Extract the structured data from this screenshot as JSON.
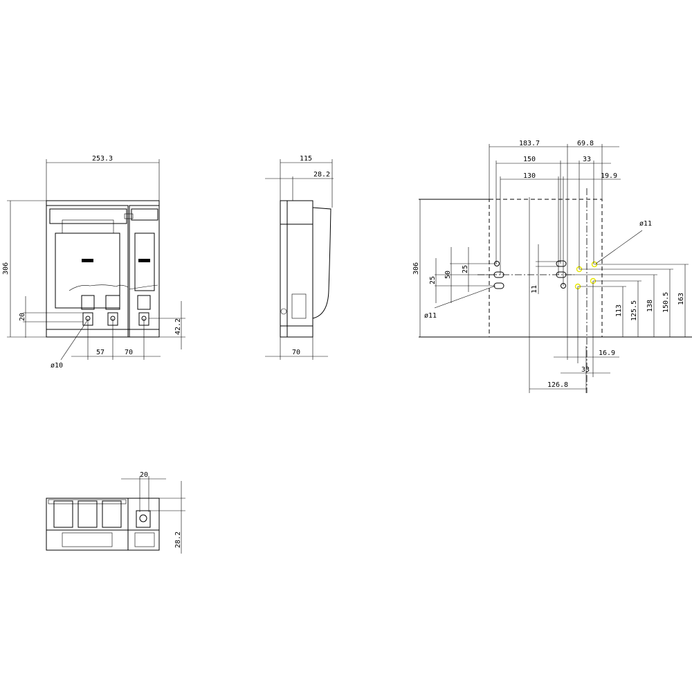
{
  "front_view": {
    "width_dim": "253.3",
    "height_dim": "306",
    "dim_20": "20",
    "dim_42_2": "42.2",
    "dim_57": "57",
    "dim_70": "70",
    "hole_dia": "ø10"
  },
  "side_view": {
    "depth_dim": "115",
    "offset_dim": "28.2",
    "base_dim": "70"
  },
  "mounting_view": {
    "dim_183_7": "183.7",
    "dim_69_8": "69.8",
    "dim_150": "150",
    "dim_33_top": "33",
    "dim_130": "130",
    "dim_19_9": "19.9",
    "hole_dia_right": "ø11",
    "hole_dia_left": "ø11",
    "height_dim": "306",
    "dim_25_a": "25",
    "dim_50": "50",
    "dim_25_b": "25",
    "dim_11": "11",
    "dim_113": "113",
    "dim_125_5": "125.5",
    "dim_138": "138",
    "dim_150_5": "150.5",
    "dim_163": "163",
    "dim_16_9": "16.9",
    "dim_33_bottom": "33",
    "dim_126_8": "126.8"
  },
  "bottom_view": {
    "dim_20": "20",
    "dim_28_2": "28.2"
  },
  "colors": {
    "lines": "#000000",
    "highlight_holes": "#e6e600"
  }
}
